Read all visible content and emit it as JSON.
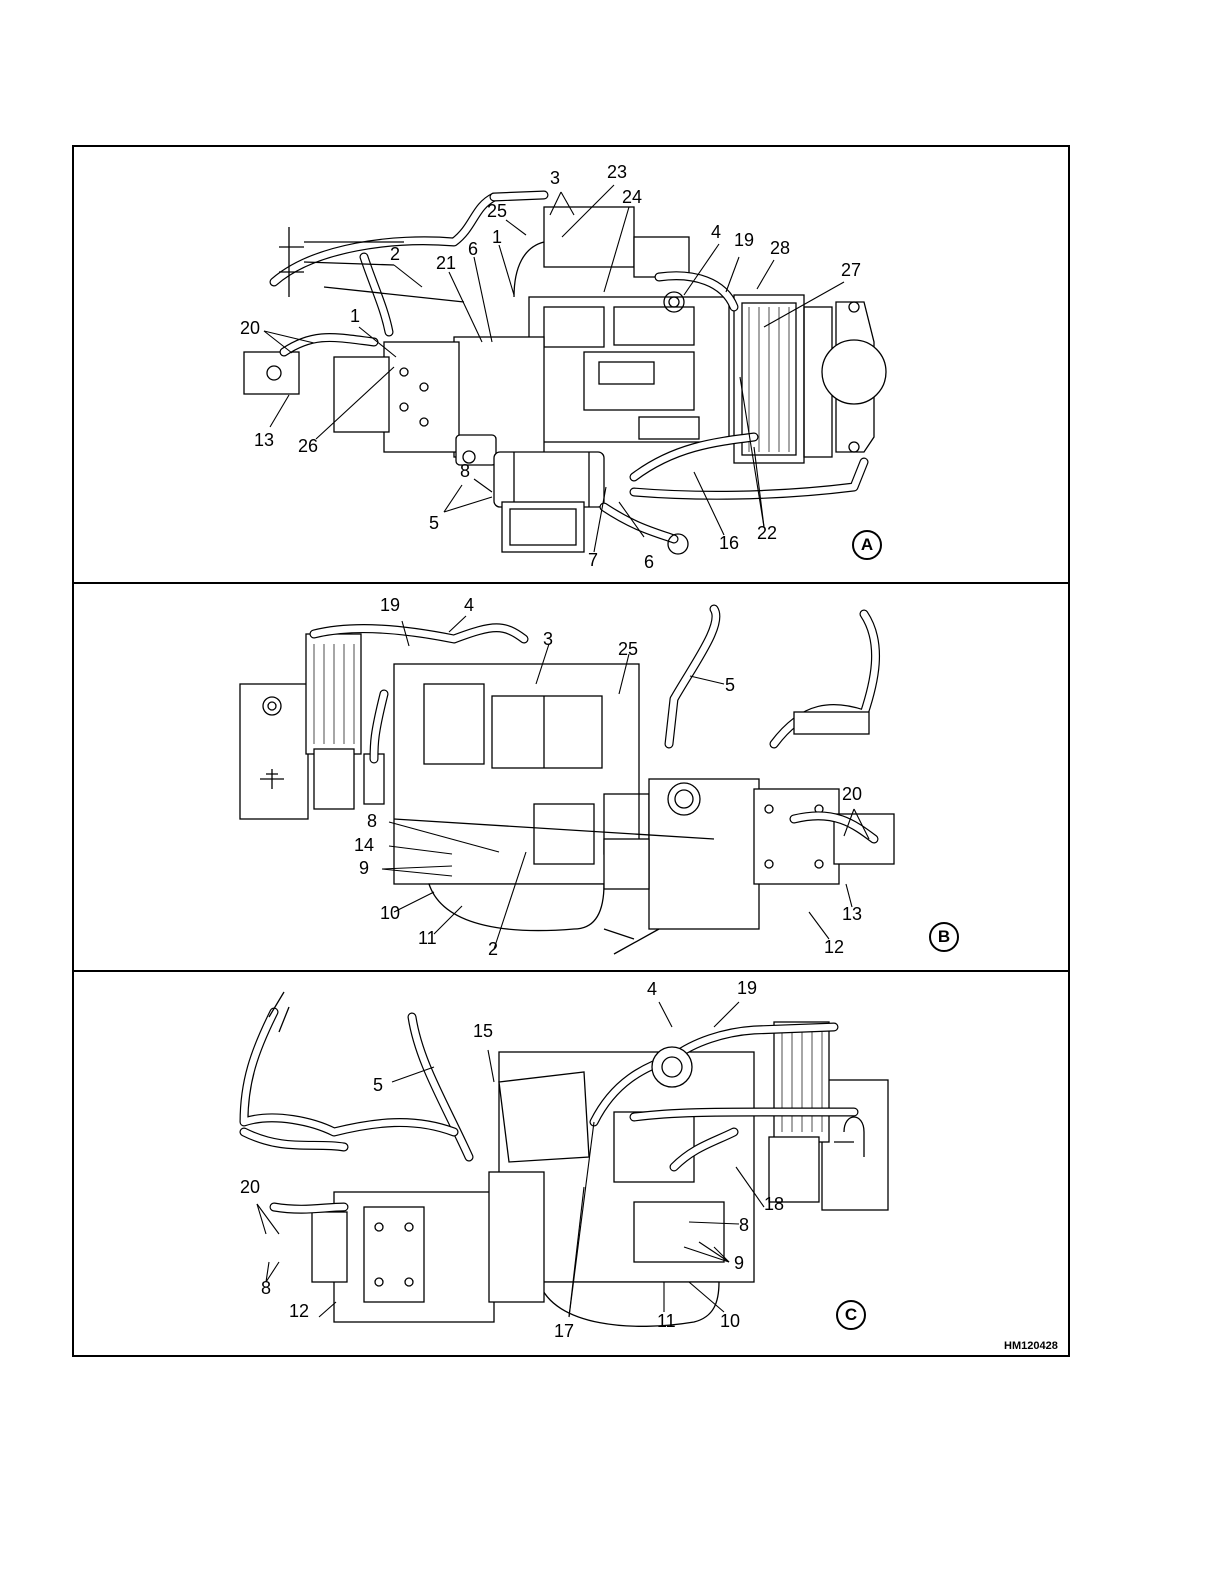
{
  "figure_code": "HM120428",
  "panels": {
    "a": {
      "badge": "A",
      "callouts": {
        "c23": "23",
        "c3": "3",
        "c24": "24",
        "c25": "25",
        "c1_top": "1",
        "c4": "4",
        "c19": "19",
        "c28": "28",
        "c27": "27",
        "c2": "2",
        "c21": "21",
        "c6_top": "6",
        "c20": "20",
        "c1_left": "1",
        "c13": "13",
        "c26": "26",
        "c8": "8",
        "c5": "5",
        "c7": "7",
        "c6_bottom": "6",
        "c16": "16",
        "c22": "22"
      }
    },
    "b": {
      "badge": "B",
      "callouts": {
        "c19": "19",
        "c4": "4",
        "c3": "3",
        "c25": "25",
        "c5": "5",
        "c20": "20",
        "c8": "8",
        "c14": "14",
        "c9": "9",
        "c10": "10",
        "c11": "11",
        "c2": "2",
        "c13": "13",
        "c12": "12"
      }
    },
    "c": {
      "badge": "C",
      "callouts": {
        "c4": "4",
        "c19": "19",
        "c15": "15",
        "c5": "5",
        "c20": "20",
        "c18": "18",
        "c8_right": "8",
        "c9": "9",
        "c8_left": "8",
        "c12": "12",
        "c11": "11",
        "c10": "10",
        "c17": "17"
      }
    }
  }
}
